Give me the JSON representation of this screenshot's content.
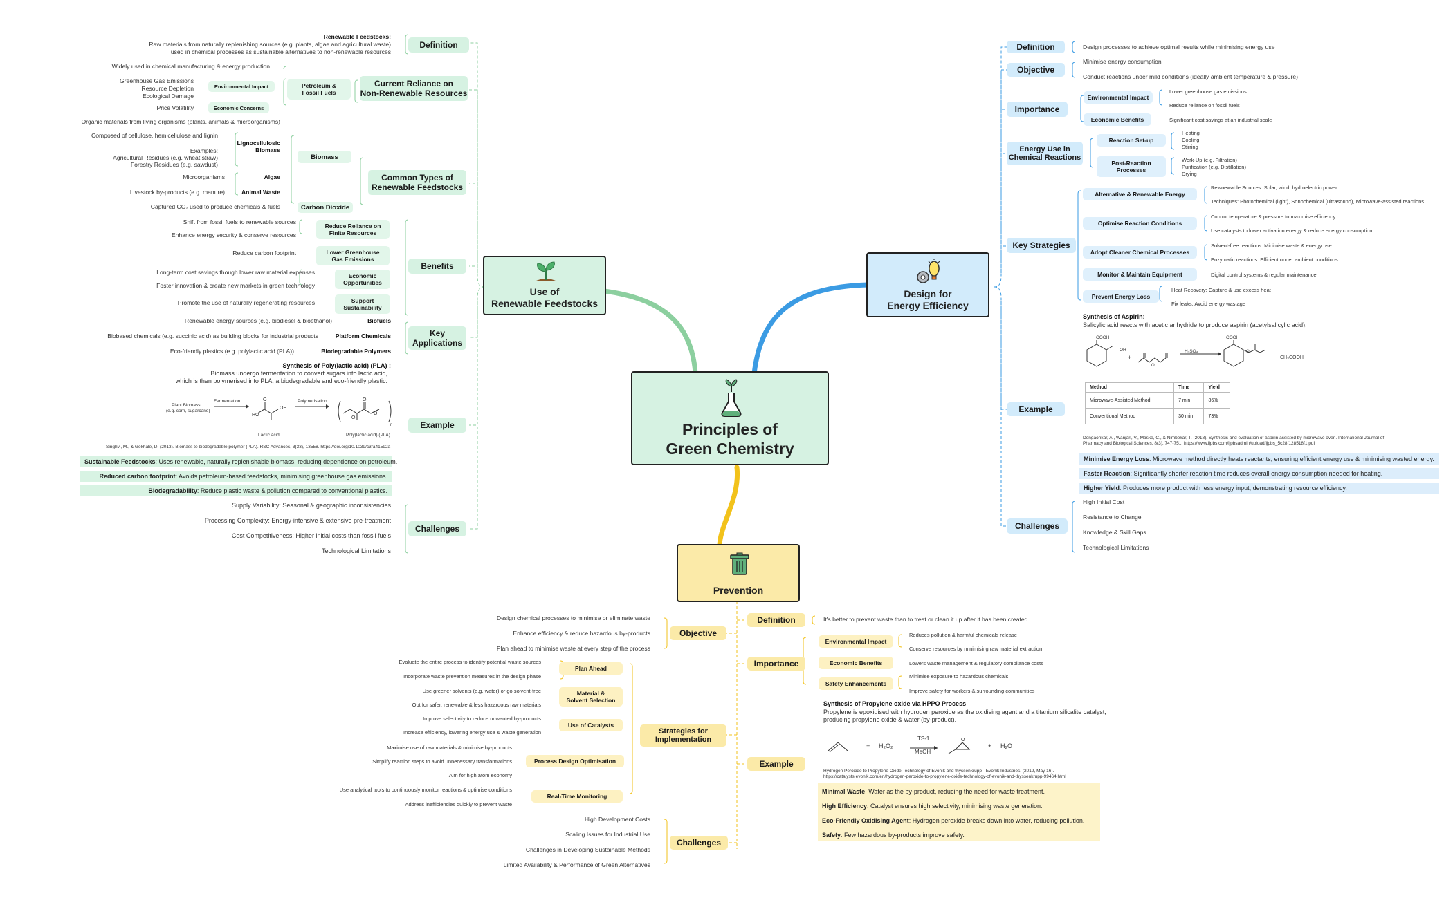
{
  "colors": {
    "green": "#7fc79a",
    "blue": "#3b9be3",
    "yellow": "#f2c21b",
    "green_fill": "#d6f2e2",
    "blue_fill": "#d2ebfb",
    "yellow_fill": "#fbeaa8"
  },
  "center": {
    "title_line1": "Principles of",
    "title_line2": "Green Chemistry",
    "icon": "flask-icon"
  },
  "feedstocks": {
    "title_line1": "Use of",
    "title_line2": "Renewable Feedstocks",
    "icon": "sprout-icon",
    "definition": {
      "label": "Definition",
      "heading": "Renewable Feedstocks:",
      "line1": "Raw materials from naturally replenishing sources (e.g. plants, algae and agricultural waste)",
      "line2": "used in chemical processes as sustainable alternatives to non-renewable resources"
    },
    "reliance": {
      "label_line1": "Current Reliance on",
      "label_line2": "Non-Renewable Resources",
      "petroleum_line1": "Petroleum &",
      "petroleum_line2": "Fossil Fuels",
      "widely": "Widely used in chemical manufacturing & energy production",
      "env_label": "Environmental Impact",
      "env_items": [
        "Greenhouse Gas Emissions",
        "Resource Depletion",
        "Ecological Damage"
      ],
      "econ_label": "Economic Concerns",
      "econ_item": "Price Volatility"
    },
    "types": {
      "label_line1": "Common Types of",
      "label_line2": "Renewable Feedstocks",
      "biomass": "Biomass",
      "organic": "Organic materials from living organisms (plants, animals & microorganisms)",
      "ligno_line1": "Lignocellulosic",
      "ligno_line2": "Biomass",
      "composed": "Composed of cellulose, hemicellulose and lignin",
      "examples": [
        "Examples:",
        "Agricultural Residues (e.g. wheat straw)",
        "Forestry Residues (e.g. sawdust)"
      ],
      "algae": "Algae",
      "micro": "Microorganisms",
      "animal": "Animal Waste",
      "livestock": "Livestock by-products (e.g. manure)",
      "co2": "Carbon Dioxide",
      "co2_desc": "Captured CO₂ used to produce chemicals & fuels"
    },
    "benefits": {
      "label": "Benefits",
      "reduce_line1": "Reduce Reliance on",
      "reduce_line2": "Finite Resources",
      "reduce_items": [
        "Shift from fossil fuels to renewable sources",
        "Enhance energy security & conserve resources"
      ],
      "ghg_line1": "Lower Greenhouse",
      "ghg_line2": "Gas Emissions",
      "ghg_item": "Reduce carbon footprint",
      "econ_line1": "Economic",
      "econ_line2": "Opportunities",
      "econ_items": [
        "Long-term cost savings though lower raw material expenses",
        "Foster innovation & create new markets in green technology"
      ],
      "sust_line1": "Support",
      "sust_line2": "Sustainability",
      "sust_item": "Promote the use of naturally regenerating resources"
    },
    "applications": {
      "label_line1": "Key",
      "label_line2": "Applications",
      "items": [
        {
          "name": "Biofuels",
          "desc": "Renewable energy sources (e.g. biodiesel & bioethanol)"
        },
        {
          "name": "Platform Chemicals",
          "desc": "Biobased chemicals (e.g. succinic acid) as building blocks for industrial products"
        },
        {
          "name": "Biodegradable Polymers",
          "desc": "Eco-friendly plastics (e.g. polylactic acid (PLA))"
        }
      ]
    },
    "example": {
      "label": "Example",
      "heading": "Synthesis of Poly(lactic acid) (PLA) :",
      "line1": "Biomass undergo fermentation to convert sugars into lactic acid,",
      "line2": "which is then polymerised into PLA, a biodegradable and eco-friendly plastic.",
      "scheme": {
        "plant": "Plant Biomass",
        "plant_eg": "(e.g. corn, sugarcane)",
        "ferm": "Fermentation",
        "poly": "Polymerisation",
        "lactic": "Lactic acid",
        "pla": "Poly(lactic acid) (PLA)"
      },
      "ref": "Singhvi, M., & Gokhale, D. (2013). Biomass to biodegradable polymer (PLA). RSC Advances, 3(33), 13558. https://doi.org/10.1039/c3ra41592a",
      "highlights": [
        {
          "b": "Sustainable Feedstocks",
          "t": ": Uses renewable, naturally replenishable biomass, reducing dependence on petroleum."
        },
        {
          "b": "Reduced carbon footprint",
          "t": ": Avoids petroleum-based feedstocks, minimising greenhouse gas emissions."
        },
        {
          "b": "Biodegradability",
          "t": ": Reduce plastic waste & pollution compared to conventional plastics."
        }
      ]
    },
    "challenges": {
      "label": "Challenges",
      "items": [
        "Supply Variability: Seasonal & geographic inconsistencies",
        "Processing Complexity: Energy-intensive & extensive pre-treatment",
        "Cost Competitiveness: Higher initial costs than fossil fuels",
        "Technological Limitations"
      ]
    }
  },
  "energy": {
    "title_line1": "Design for",
    "title_line2": "Energy Efficiency",
    "icon": "lightbulb-gear-icon",
    "definition": {
      "label": "Definition",
      "text": "Design processes to achieve optimal results while minimising energy use"
    },
    "objective": {
      "label": "Objective",
      "items": [
        "Minimise energy consumption",
        "Conduct reactions under mild conditions (ideally ambient temperature & pressure)"
      ]
    },
    "importance": {
      "label": "Importance",
      "env_label": "Environmental Impact",
      "env_items": [
        "Lower greenhouse gas emissions",
        "Reduce reliance on fossil fuels"
      ],
      "econ_label": "Economic Benefits",
      "econ_item": "Significant cost savings at an industrial scale"
    },
    "energy_use": {
      "label_line1": "Energy Use in",
      "label_line2": "Chemical Reactions",
      "setup": "Reaction Set-up",
      "setup_items": [
        "Heating",
        "Cooling",
        "Stirring"
      ],
      "post_line1": "Post-Reaction",
      "post_line2": "Processes",
      "post_items": [
        "Work-Up (e.g. Filtration)",
        "Purification (e.g. Distillation)",
        "Drying"
      ]
    },
    "strategies": {
      "label": "Key Strategies",
      "items": [
        {
          "name": "Alternative & Renewable Energy",
          "desc": [
            "Rewnewable Sources: Solar, wind, hydroelectric power",
            "Techniques: Photochemical (light), Sonochemical (ultrasound), Microwave-assisted reactions"
          ]
        },
        {
          "name": "Optimise Reaction Conditions",
          "desc": [
            "Control temperature & pressure to maximise efficiency",
            "Use catalysts to lower activation energy & reduce energy consumption"
          ]
        },
        {
          "name": "Adopt Cleaner Chemical Processes",
          "desc": [
            "Solvent-free reactions: Minimise waste & energy use",
            "Enzymatic reactions: Efficient under ambient conditions"
          ]
        },
        {
          "name": "Monitor & Maintain Equipment",
          "desc": [
            "Digital control systems & regular maintenance"
          ]
        },
        {
          "name": "Prevent Energy Loss",
          "desc": [
            "Heat Recovery: Capture & use excess heat",
            "Fix leaks: Avoid energy wastage"
          ]
        }
      ]
    },
    "example": {
      "label": "Example",
      "heading": "Synthesis of Aspirin:",
      "line1": "Salicylic acid reacts with acetic anhydride to produce aspirin (acetylsalicylic acid).",
      "scheme": {
        "cooh": "COOH",
        "oh": "OH",
        "catalyst": "H₂SO₄",
        "plus": "+",
        "byproduct": "CH₃COOH"
      },
      "table": {
        "headers": [
          "Method",
          "Time",
          "Yield"
        ],
        "rows": [
          [
            "Microwave-Assisted Method",
            "7 min",
            "86%"
          ],
          [
            "Conventional Method",
            "30 min",
            "73%"
          ]
        ]
      },
      "ref_line1": "Dongaonkar, A., Wanjari, V., Maske, C., & Nimbekar, T. (2018). Synthesis and evaluation of aspirin assisted by microwave oven. International Journal of",
      "ref_line2": "Pharmacy and Biological Sciences, 8(3), 747-751. https://www.ijpbs.com/ijpbsadmin/upload/ijpbs_5c28f128518f1.pdf",
      "highlights": [
        {
          "b": "Minimise Energy Loss",
          "t": ": Microwave method directly heats reactants, ensuring efficient energy use & minimising wasted energy."
        },
        {
          "b": "Faster Reaction",
          "t": ": Significantly shorter reaction time reduces overall energy consumption needed for heating."
        },
        {
          "b": "Higher Yield",
          "t": ": Produces more product with less energy input, demonstrating resource efficiency."
        }
      ]
    },
    "challenges": {
      "label": "Challenges",
      "items": [
        "High Initial Cost",
        "Resistance to Change",
        "Knowledge & Skill Gaps",
        "Technological Limitations"
      ]
    }
  },
  "prevention": {
    "title": "Prevention",
    "icon": "trash-bin-icon",
    "objective": {
      "label": "Objective",
      "items": [
        "Design chemical processes to minimise or eliminate waste",
        "Enhance efficiency & reduce hazardous by-products",
        "Plan ahead to minimise waste at every step of the process"
      ]
    },
    "strategies": {
      "label_line1": "Strategies for",
      "label_line2": "Implementation",
      "groups": [
        {
          "name": "Plan Ahead",
          "items": [
            "Evaluate the entire process to identify potential waste sources",
            "Incorporate waste prevention measures in the design phase"
          ]
        },
        {
          "name_line1": "Material &",
          "name_line2": "Solvent Selection",
          "items": [
            "Use greener solvents (e.g. water) or go solvent-free",
            "Opt for safer, renewable & less hazardous raw materials"
          ]
        },
        {
          "name": "Use of Catalysts",
          "items": [
            "Improve selectivity to reduce unwanted by-products",
            "Increase efficiency, lowering energy use & waste generation"
          ]
        },
        {
          "name": "Process Design Optimisation",
          "items": [
            "Maximise use of raw materials & minimise by-products",
            "Simplify reaction steps to avoid unnecessary transformations",
            "Aim for high atom economy"
          ]
        },
        {
          "name": "Real-Time Monitoring",
          "items": [
            "Use analytical tools to continuously monitor reactions & optimise conditions",
            "Address inefficiencies quickly to prevent waste"
          ]
        }
      ]
    },
    "challenges": {
      "label": "Challenges",
      "items": [
        "High Development Costs",
        "Scaling Issues for Industrial Use",
        "Challenges in Developing Sustainable Methods",
        "Limited Availability & Performance of Green Alternatives"
      ]
    },
    "definition": {
      "label": "Definition",
      "text": "It's better to prevent waste than to treat or clean it up after it has been created"
    },
    "importance": {
      "label": "Importance",
      "env_label": "Environmental Impact",
      "env_items": [
        "Reduces pollution & harmful chemicals release",
        "Conserve resources by minimising raw material extraction"
      ],
      "econ_label": "Economic Benefits",
      "econ_item": "Lowers waste management & regulatory compliance costs",
      "safety_label": "Safety Enhancements",
      "safety_items": [
        "Minimise exposure to hazardous chemicals",
        "Improve safety for workers & surrounding communities"
      ]
    },
    "example": {
      "label": "Example",
      "heading": "Synthesis of Propylene oxide via HPPO Process",
      "line1": "Propylene is epoxidised with hydrogen peroxide as the oxidising agent and a titanium silicalite catalyst,",
      "line2": "producing propylene oxide & water (by-product).",
      "scheme": {
        "plus": "+",
        "h2o2": "H₂O₂",
        "cat": "TS-1",
        "solvent": "MeOH",
        "water": "H₂O"
      },
      "ref_line1": "Hydrogen Peroxide to Propylene Oxide Technology of Evonik and thyssenkrupp - Evonik Industries. (2019, May 16).",
      "ref_line2": "https://catalysts.evonik.com/en/hydrogen-peroxide-to-propylene-oxide-technology-of-evonik-and-thyssenkrupp-99464.html",
      "highlights": [
        {
          "b": "Minimal Waste",
          "t": ": Water as the by-product, reducing the need for waste treatment."
        },
        {
          "b": "High Efficiency",
          "t": ": Catalyst ensures high selectivity, minimising waste generation."
        },
        {
          "b": "Eco-Friendly Oxidising Agent",
          "t": ": Hydrogen peroxide breaks down into water, reducing pollution."
        },
        {
          "b": "Safety",
          "t": ": Few hazardous by-products improve safety."
        }
      ]
    }
  }
}
